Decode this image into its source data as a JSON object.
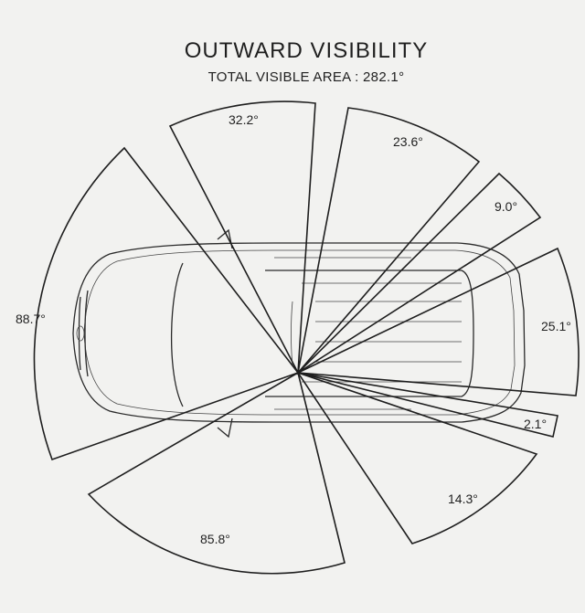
{
  "title": "OUTWARD  VISIBILITY",
  "subtitle": "TOTAL VISIBLE AREA : 282.1°",
  "sectors": [
    {
      "id": "front-left",
      "label": "88.7°"
    },
    {
      "id": "front-center",
      "label": "32.2°"
    },
    {
      "id": "right-front",
      "label": "23.6°"
    },
    {
      "id": "right-mid",
      "label": "9.0°"
    },
    {
      "id": "rear",
      "label": "25.1°"
    },
    {
      "id": "rear-small",
      "label": "2.1°"
    },
    {
      "id": "rear-right",
      "label": "14.3°"
    },
    {
      "id": "left-rear",
      "label": "85.8°"
    }
  ]
}
